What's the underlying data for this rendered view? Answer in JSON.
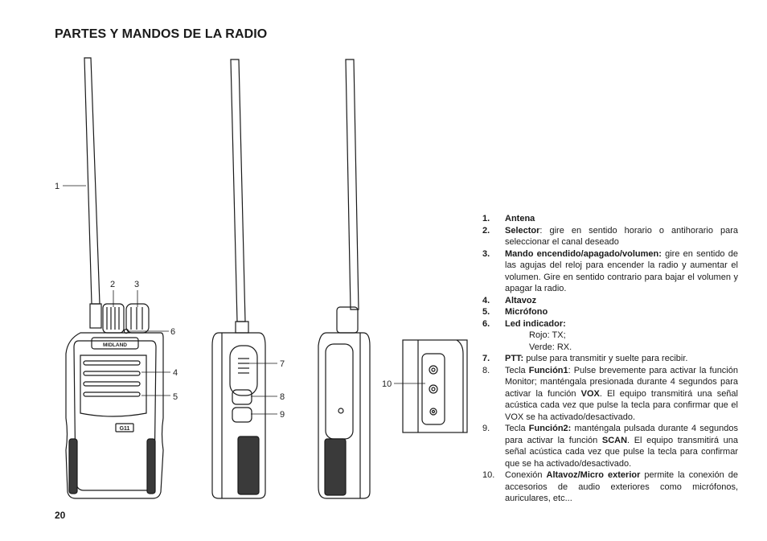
{
  "page": {
    "title": "PARTES Y MANDOS DE LA RADIO",
    "number": "20"
  },
  "brand": {
    "logo": "MIDLAND",
    "model": "G11"
  },
  "callouts": [
    "1",
    "2",
    "3",
    "4",
    "5",
    "6",
    "7",
    "8",
    "9",
    "10"
  ],
  "parts": [
    {
      "num": "1.",
      "bold": "Antena",
      "text": ""
    },
    {
      "num": "2.",
      "bold": "Selector",
      "text": ": gire en sentido horario o antihorario para seleccionar el canal deseado"
    },
    {
      "num": "3.",
      "bold": "Mando encendido/apagado/volumen:",
      "text": " gire en sentido de las agujas del reloj para encender la radio y aumentar el volumen. Gire en sentido contrario para bajar el volumen y apagar la radio."
    },
    {
      "num": "4.",
      "bold": "Altavoz",
      "text": ""
    },
    {
      "num": "5.",
      "bold": "Micrófono",
      "text": ""
    },
    {
      "num": "6.",
      "bold": "Led indicador:",
      "text": "",
      "sub": [
        "Rojo: TX;",
        "Verde: RX."
      ]
    },
    {
      "num": "7.",
      "bold": "PTT:",
      "text": " pulse para transmitir y suelte para recibir."
    },
    {
      "num": "8.",
      "pre": "Tecla ",
      "bold": "Función1",
      "text": ": Pulse brevemente para activar la función Monitor; manténgala presionada durante 4 segundos para activar la función ",
      "bold2": "VOX",
      "text2": ". El equipo transmitirá una señal acústica cada vez que pulse la tecla para confirmar que el VOX se ha activado/desactivado."
    },
    {
      "num": "9.",
      "pre": "Tecla ",
      "bold": "Función2:",
      "text": " manténgala pulsada durante 4 segundos para activar la función ",
      "bold2": "SCAN",
      "text2": ". El equipo transmitirá una señal acústica cada vez que pulse la tecla para confirmar que se ha activado/desactivado."
    },
    {
      "num": "10.",
      "pre": "Conexión ",
      "bold": "Altavoz/Micro exterior",
      "text": " permite la conexión de accesorios de audio exteriores como micrófonos, auriculares, etc..."
    }
  ]
}
